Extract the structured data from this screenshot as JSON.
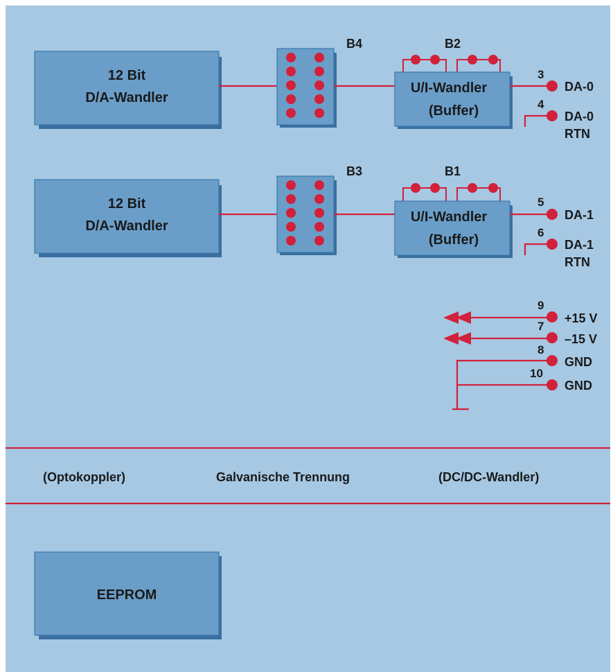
{
  "colors": {
    "background": "#a6c8e3",
    "block_fill": "#6a9ec9",
    "block_shadow": "#3a6f9f",
    "wire": "#d1213b"
  },
  "channels": [
    {
      "dac_line1": "12 Bit",
      "dac_line2": "D/A-Wandler",
      "jumper_block": "B4",
      "bridge_jumper": "B2",
      "buffer_line1": "U/I-Wandler",
      "buffer_line2": "(Buffer)",
      "out_pin": "3",
      "out_label": "DA-0",
      "rtn_pin": "4",
      "rtn_label1": "DA-0",
      "rtn_label2": "RTN"
    },
    {
      "dac_line1": "12 Bit",
      "dac_line2": "D/A-Wandler",
      "jumper_block": "B3",
      "bridge_jumper": "B1",
      "buffer_line1": "U/I-Wandler",
      "buffer_line2": "(Buffer)",
      "out_pin": "5",
      "out_label": "DA-1",
      "rtn_pin": "6",
      "rtn_label1": "DA-1",
      "rtn_label2": "RTN"
    }
  ],
  "power": [
    {
      "pin": "9",
      "label": "+15 V"
    },
    {
      "pin": "7",
      "label": "–15 V"
    },
    {
      "pin": "8",
      "label": "GND"
    },
    {
      "pin": "10",
      "label": "GND"
    }
  ],
  "isolation": {
    "left": "(Optokoppler)",
    "center": "Galvanische Trennung",
    "right": "(DC/DC-Wandler)"
  },
  "eeprom": "EEPROM"
}
